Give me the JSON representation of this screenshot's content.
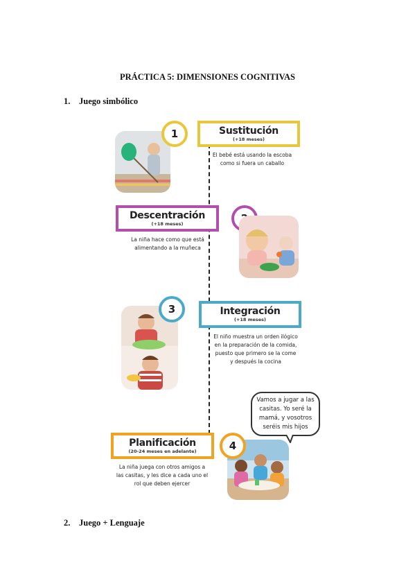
{
  "document": {
    "title": "PRÁCTICA 5: DIMENSIONES COGNITIVAS",
    "sections": [
      {
        "number": "1.",
        "title": "Juego simbólico"
      },
      {
        "number": "2.",
        "title": "Juego + Lenguaje"
      }
    ]
  },
  "timeline": {
    "stages": [
      {
        "number": "1",
        "title": "Sustitución",
        "subtitle": "(+18 meses)",
        "description": [
          "El bebé está usando la escoba",
          "como si fuera un caballo"
        ]
      },
      {
        "number": "2",
        "title": "Descentración",
        "subtitle": "(+18 meses)",
        "description": [
          "La niña hace como que está",
          "alimentando a la muñeca"
        ]
      },
      {
        "number": "3",
        "title": "Integración",
        "subtitle": "(+18 meses)",
        "description": [
          "El niño muestra un orden ilógico",
          "en la preparación de la comida,",
          "puesto que primero se la come",
          "y después la cocina"
        ]
      },
      {
        "number": "4",
        "title": "Planificación",
        "subtitle": "(20-24 meses en adelante)",
        "description": [
          "La niña juega con otros amigos a",
          "las casitas, y les dice a cada uno el",
          "rol que deben ejercer"
        ]
      }
    ],
    "speech_bubble": [
      "Vamos a jugar a las",
      "casitas. Yo seré la",
      "mamá, y vosotros",
      "seréis mis hijos"
    ]
  },
  "colors": {
    "stage1": "#E9C73A",
    "stage2": "#B24FAE",
    "stage3": "#4BA9C9",
    "stage4": "#F0A323"
  }
}
